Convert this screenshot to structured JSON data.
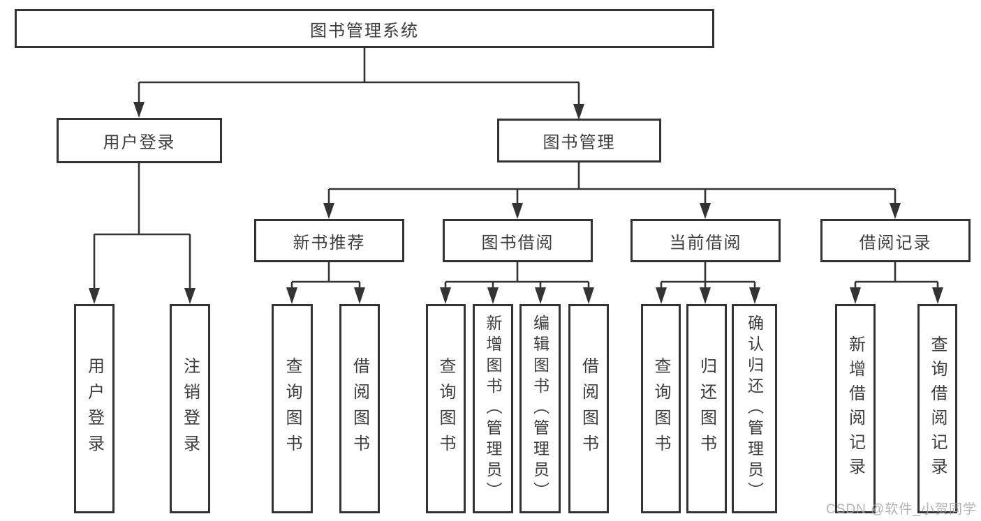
{
  "tree": {
    "label": "图书管理系统",
    "children": [
      {
        "label": "用户登录",
        "children": [
          {
            "label": "用户登录"
          },
          {
            "label": "注销登录"
          }
        ]
      },
      {
        "label": "图书管理",
        "children": [
          {
            "label": "新书推荐",
            "children": [
              {
                "label": "查询图书"
              },
              {
                "label": "借阅图书"
              }
            ]
          },
          {
            "label": "图书借阅",
            "children": [
              {
                "label": "查询图书"
              },
              {
                "label": "新增图书（管理员）"
              },
              {
                "label": "编辑图书（管理员）"
              },
              {
                "label": "借阅图书"
              }
            ]
          },
          {
            "label": "当前借阅",
            "children": [
              {
                "label": "查询图书"
              },
              {
                "label": "归还图书"
              },
              {
                "label": "确认归还（管理员）"
              }
            ]
          },
          {
            "label": "借阅记录",
            "children": [
              {
                "label": "新增借阅记录"
              },
              {
                "label": "查询借阅记录"
              }
            ]
          }
        ]
      }
    ]
  },
  "watermark": {
    "text": "CSDN @软件_小贺同学"
  },
  "colors": {
    "line": "#333333",
    "box_border": "#333333",
    "text": "#3d3d3d",
    "watermark": "#a6a6a6",
    "background": "#ffffff"
  }
}
